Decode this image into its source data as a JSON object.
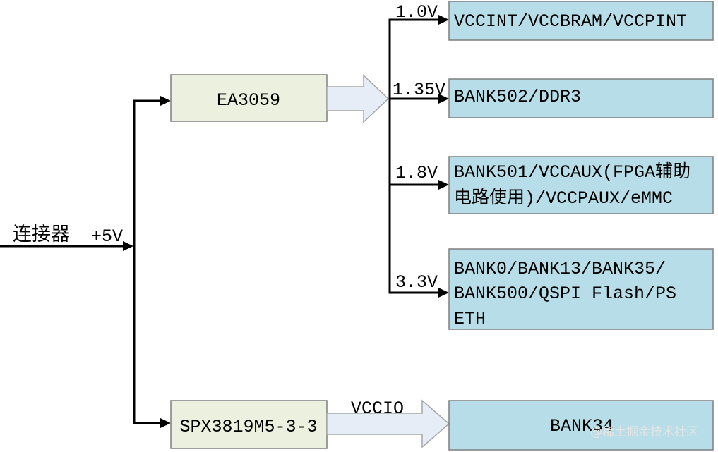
{
  "source": {
    "label": "连接器",
    "voltage": "+5V"
  },
  "regulators": [
    {
      "name": "EA3059"
    },
    {
      "name": "SPX3819M5-3-3"
    }
  ],
  "rails": [
    {
      "voltage": "1.0V",
      "target_lines": [
        "VCCINT/VCCBRAM/VCCPINT"
      ]
    },
    {
      "voltage": "1.35V",
      "target_lines": [
        "BANK502/DDR3"
      ]
    },
    {
      "voltage": "1.8V",
      "target_lines": [
        "BANK501/VCCAUX(FPGA辅助",
        "电路使用)/VCCPAUX/eMMC"
      ]
    },
    {
      "voltage": "3.3V",
      "target_lines": [
        "BANK0/BANK13/BANK35/",
        "BANK500/QSPI Flash/PS",
        "ETH"
      ]
    }
  ],
  "io_rail": {
    "voltage": "VCCIO",
    "target_lines": [
      "BANK34"
    ]
  },
  "watermark": "@稀土掘金技术社区",
  "colors": {
    "regulator_fill": "#ebf1de",
    "load_fill": "#b7dee8",
    "block_arrow_fill": "#e6edf7",
    "wire": "#000000"
  }
}
